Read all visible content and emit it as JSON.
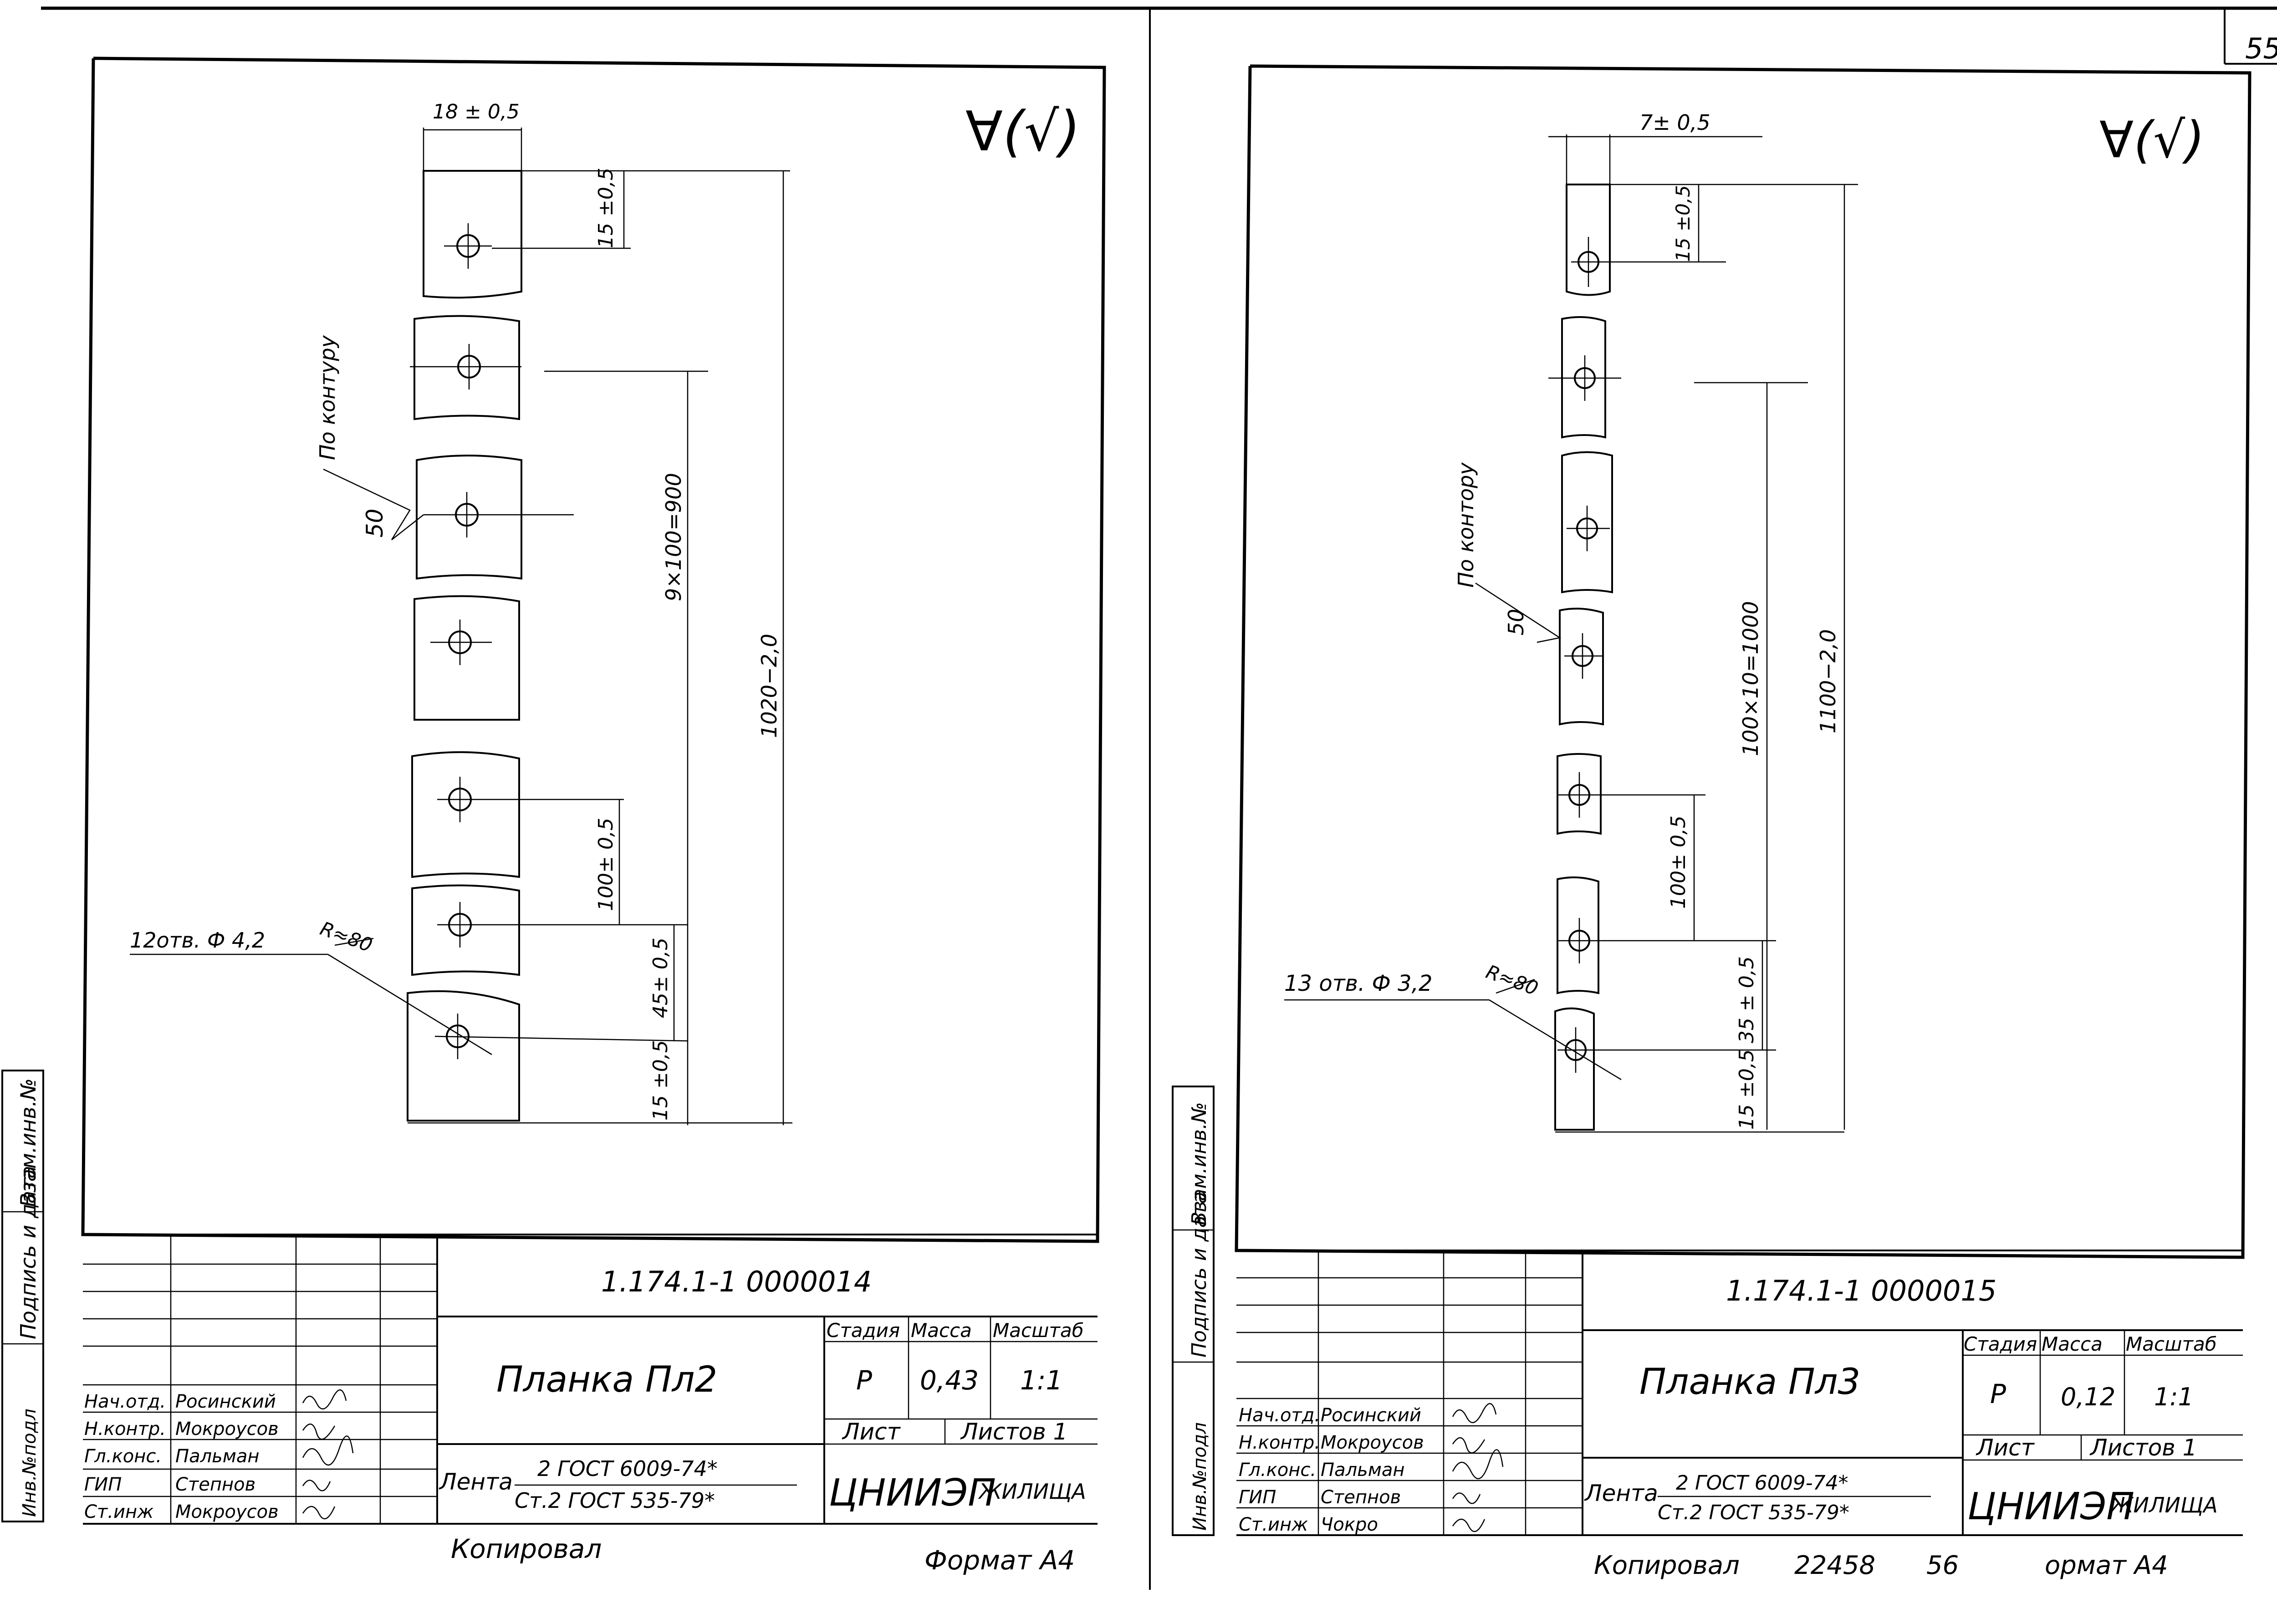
{
  "page_number": "55",
  "sheets": [
    {
      "roughness": "∀(√)",
      "dims": {
        "width": "18 ± 0,5",
        "top_offset": "15 ±0,5",
        "pitch_total": "9×100=900",
        "overall": "1020−2,0",
        "pitch": "100± 0,5",
        "end_offset": "45± 0,5",
        "bottom_offset": "15 ±0,5"
      },
      "contour_note": "По контуру",
      "contour_value": "50",
      "holes_note": "12отв. Ф 4,2",
      "radius_note": "R≈80",
      "designation": "1.174.1-1   0000014",
      "part_name": "Планка Пл2",
      "stage_label": "Стадия",
      "mass_label": "Масса",
      "scale_label": "Масштаб",
      "stage": "Р",
      "mass": "0,43",
      "scale": "1:1",
      "sheet_label": "Лист",
      "sheets_label": "Листов 1",
      "material_prefix": "Лента",
      "material_top": "2 ГОСТ 6009-74*",
      "material_bottom": "Ст.2 ГОСТ 535-79*",
      "org_main": "ЦНИИЭП",
      "org_sub": "ЖИЛИЩА",
      "roles": [
        "Нач.отд.",
        "Н.контр.",
        "Гл.конс.",
        "ГИП",
        "Ст.инж"
      ],
      "names": [
        "Росинский",
        "Мокроусов",
        "Пальман",
        "Степнов",
        "Мокроусов"
      ],
      "side_labels": [
        "Взам.инв.№",
        "Подпись и дата",
        "Инв.№подл"
      ],
      "footer_left": "Копировал",
      "footer_right": "Формат А4"
    },
    {
      "roughness": "∀(√)",
      "dims": {
        "width": "7± 0,5",
        "top_offset": "15 ±0,5",
        "pitch_total": "100×10=1000",
        "overall": "1100−2,0",
        "pitch": "100± 0,5",
        "end_offset": "35 ± 0,5",
        "bottom_offset": "15 ±0,5"
      },
      "contour_note": "По контору",
      "contour_value": "50",
      "holes_note": "13 отв. Ф 3,2",
      "radius_note": "R≈80",
      "designation": "1.174.1-1   0000015",
      "part_name": "Планка Пл3",
      "stage_label": "Стадия",
      "mass_label": "Масса",
      "scale_label": "Масштаб",
      "stage": "Р",
      "mass": "0,12",
      "scale": "1:1",
      "sheet_label": "Лист",
      "sheets_label": "Листов 1",
      "material_prefix": "Лента",
      "material_top": "2 ГОСТ 6009-74*",
      "material_bottom": "Ст.2 ГОСТ 535-79*",
      "org_main": "ЦНИИЭП",
      "org_sub": "ЖИЛИЩА",
      "roles": [
        "Нач.отд.",
        "Н.контр.",
        "Гл.конс.",
        "ГИП",
        "Ст.инж"
      ],
      "names": [
        "Росинский",
        "Мокроусов",
        "Пальман",
        "Степнов",
        "Чокро"
      ],
      "side_labels": [
        "Взам.инв.№",
        "Подпись и дата",
        "Инв.№подл"
      ],
      "footer_left": "Копировал",
      "footer_code": "22458",
      "footer_num": "56",
      "footer_right": "ормат А4"
    }
  ]
}
